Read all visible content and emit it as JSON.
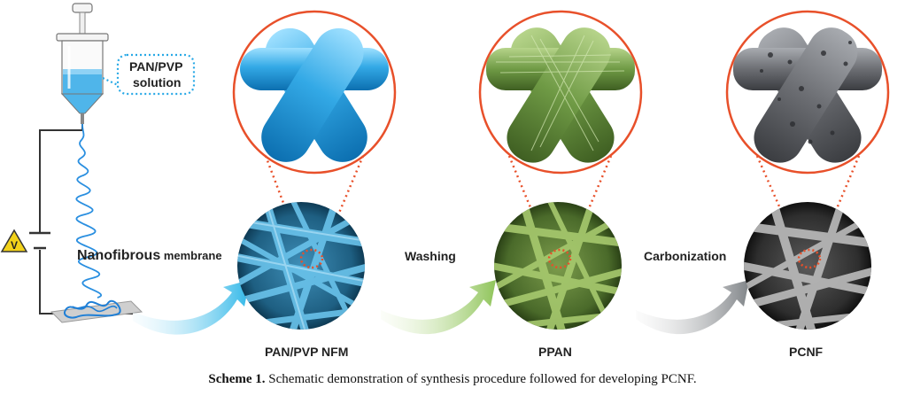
{
  "labels": {
    "solution_line1": "PAN/PVP",
    "solution_line2": "solution",
    "nanofibrous_big": "Nanofibrous",
    "nanofibrous_small": " membrane",
    "washing": "Washing",
    "carbonization": "Carbonization",
    "stage1": "PAN/PVP NFM",
    "stage2": "PPAN",
    "stage3": "PCNF"
  },
  "caption": {
    "label": "Scheme 1.",
    "text": " Schematic demonstration of synthesis procedure followed for developing PCNF."
  },
  "colors": {
    "dotted_red": "#e8502a",
    "blue_fiber": "#3aaee8",
    "green_fiber": "#6f9a45",
    "gray_fiber": "#6c6e73",
    "solution_dash": "#29a9e6",
    "voltage_yellow": "#f2d21a"
  }
}
